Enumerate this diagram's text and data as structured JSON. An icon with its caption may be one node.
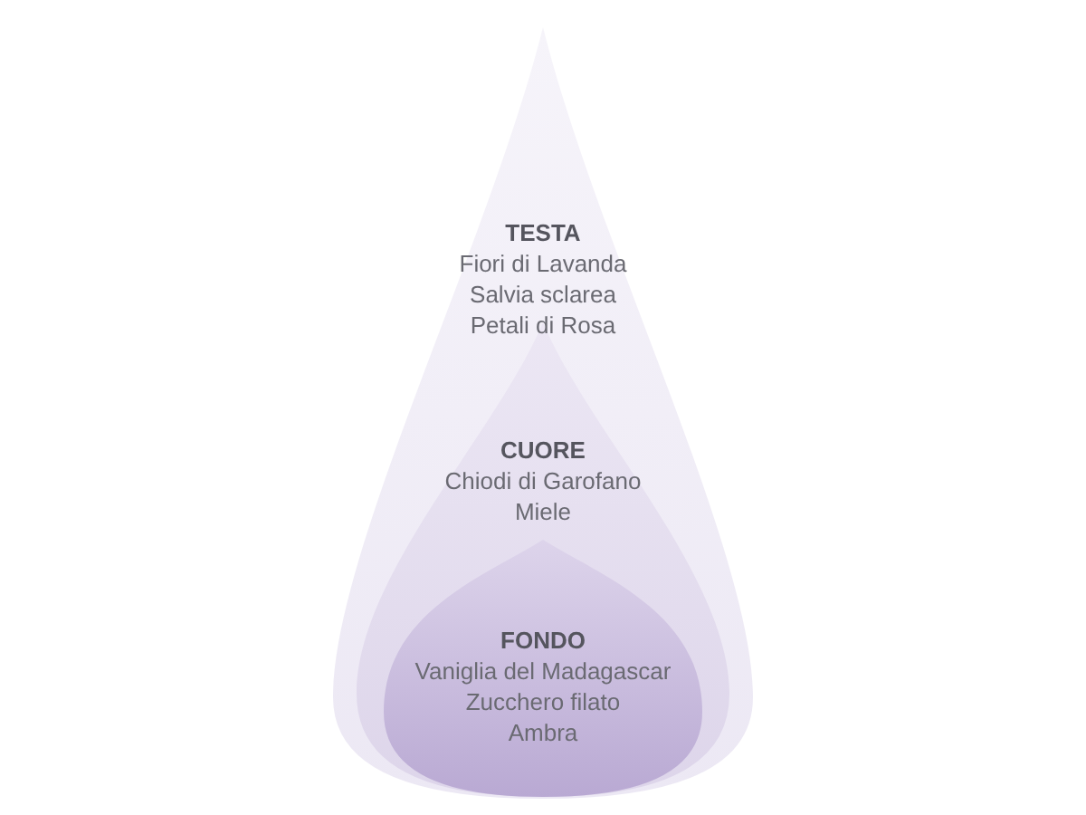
{
  "diagram": {
    "nodes": [
      {
        "text": [
          "TESTA",
          "Fiori di Lavanda",
          "Salvia sclarea",
          "Petali di Rosa"
        ]
      },
      {
        "text": [
          "CUORE",
          "Chiodi di Garofano",
          "Miele"
        ],
        "in": 0
      },
      {
        "text": [
          "FONDO",
          "Vaniglia del Madagascar",
          "Zucchero filato",
          "Ambra"
        ],
        "in": 1
      }
    ]
  }
}
